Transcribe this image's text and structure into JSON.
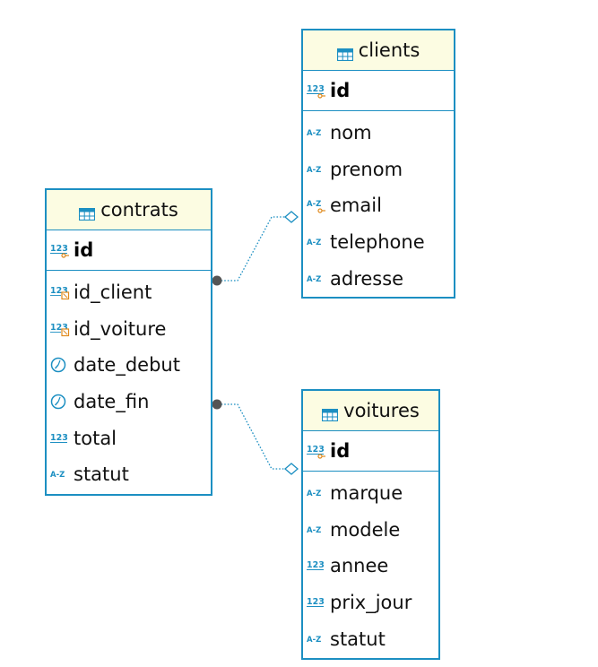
{
  "colors": {
    "border": "#1c8fc2",
    "header_bg": "#fcfce2",
    "link": "#1c8fc2",
    "key_accent": "#e08a1e",
    "connector_dot": "#555555"
  },
  "entities": {
    "clients": {
      "title": "clients",
      "title_icon": "table-icon",
      "pk": {
        "name": "id",
        "type_icon": "number-key-icon"
      },
      "columns": [
        {
          "name": "nom",
          "type_icon": "text-type-icon"
        },
        {
          "name": "prenom",
          "type_icon": "text-type-icon"
        },
        {
          "name": "email",
          "type_icon": "text-key-icon"
        },
        {
          "name": "telephone",
          "type_icon": "text-type-icon"
        },
        {
          "name": "adresse",
          "type_icon": "text-type-icon"
        }
      ]
    },
    "contrats": {
      "title": "contrats",
      "title_icon": "table-icon",
      "pk": {
        "name": "id",
        "type_icon": "number-key-icon"
      },
      "columns": [
        {
          "name": "id_client",
          "type_icon": "number-fk-icon"
        },
        {
          "name": "id_voiture",
          "type_icon": "number-fk-icon"
        },
        {
          "name": "date_debut",
          "type_icon": "clock-icon"
        },
        {
          "name": "date_fin",
          "type_icon": "clock-icon"
        },
        {
          "name": "total",
          "type_icon": "number-type-icon"
        },
        {
          "name": "statut",
          "type_icon": "text-type-icon"
        }
      ]
    },
    "voitures": {
      "title": "voitures",
      "title_icon": "table-icon",
      "pk": {
        "name": "id",
        "type_icon": "number-key-icon"
      },
      "columns": [
        {
          "name": "marque",
          "type_icon": "text-type-icon"
        },
        {
          "name": "modele",
          "type_icon": "text-type-icon"
        },
        {
          "name": "annee",
          "type_icon": "number-type-icon"
        },
        {
          "name": "prix_jour",
          "type_icon": "number-type-icon"
        },
        {
          "name": "statut",
          "type_icon": "text-type-icon"
        }
      ]
    }
  },
  "relationships": [
    {
      "from": "contrats.id_client",
      "to": "clients"
    },
    {
      "from": "contrats.date_fin",
      "to": "voitures"
    }
  ]
}
